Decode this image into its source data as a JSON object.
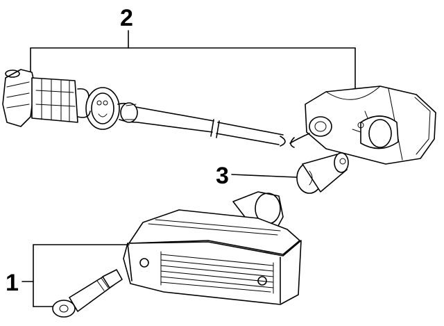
{
  "diagram": {
    "callouts": {
      "one": "1",
      "two": "2",
      "three": "3"
    },
    "parts": {
      "socket_harness": "socket-and-wire-harness",
      "bulb": "bulb",
      "lamp_assembly": "fog-lamp-assembly",
      "bolt": "mounting-bolt"
    }
  }
}
